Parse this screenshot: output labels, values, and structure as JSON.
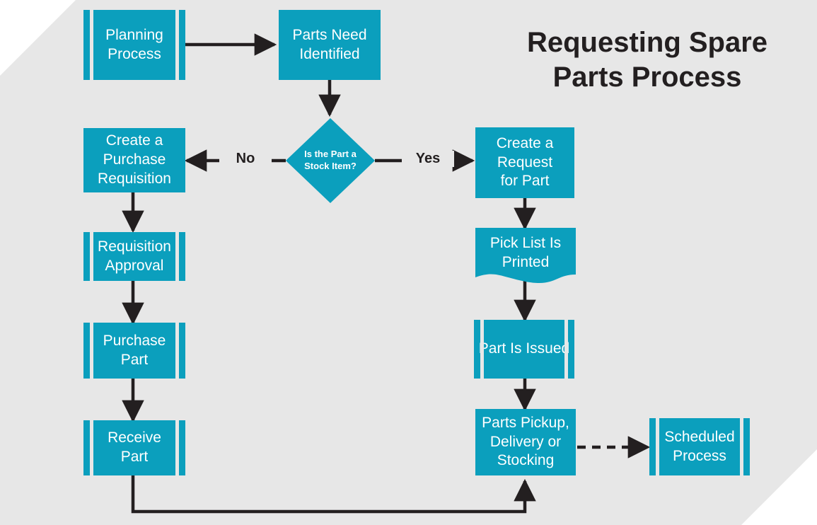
{
  "title": "Requesting Spare\nParts Process",
  "colors": {
    "accent": "#0b9fbd",
    "background": "#e7e7e7",
    "page": "#ffffff",
    "text_dark": "#231f20",
    "node_text": "#ffffff",
    "connector": "#231f20"
  },
  "nodes": {
    "planning_process": {
      "label": "Planning\nProcess",
      "shape": "predefined-process"
    },
    "parts_need_identified": {
      "label": "Parts Need\nIdentified",
      "shape": "process"
    },
    "stock_item_decision": {
      "label": "Is the Part a\nStock Item?",
      "shape": "decision"
    },
    "create_purchase_requisition": {
      "label": "Create a\nPurchase\nRequisition",
      "shape": "process"
    },
    "requisition_approval": {
      "label": "Requisition\nApproval",
      "shape": "predefined-process"
    },
    "purchase_part": {
      "label": "Purchase\nPart",
      "shape": "predefined-process"
    },
    "receive_part": {
      "label": "Receive\nPart",
      "shape": "predefined-process"
    },
    "create_request_for_part": {
      "label": "Create a\nRequest\nfor Part",
      "shape": "process"
    },
    "pick_list_is_printed": {
      "label": "Pick List Is\nPrinted",
      "shape": "document"
    },
    "part_is_issued": {
      "label": "Part Is Issued",
      "shape": "predefined-process"
    },
    "parts_pickup_delivery_stocking": {
      "label": "Parts Pickup,\nDelivery or\nStocking",
      "shape": "process"
    },
    "scheduled_process": {
      "label": "Scheduled\nProcess",
      "shape": "predefined-process"
    }
  },
  "edge_labels": {
    "no": "No",
    "yes": "Yes"
  }
}
